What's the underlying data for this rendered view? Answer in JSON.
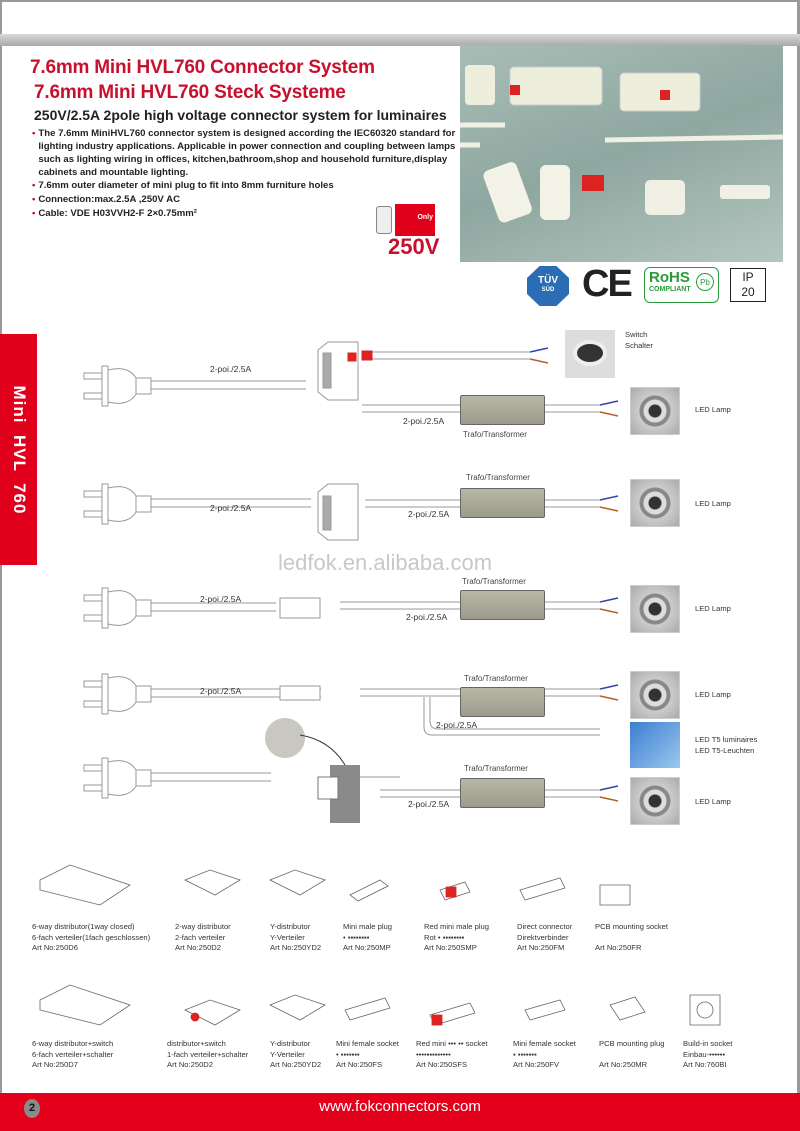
{
  "header": {
    "title_en": "7.6mm Mini  HVL760 Connector System",
    "title_de": "7.6mm Mini  HVL760 Steck Systeme",
    "subtitle": "250V/2.5A 2pole high voltage connector system for luminaires",
    "bullets": [
      "The 7.6mm  MiniHVL760 connector system is designed according the IEC60320 standard for lighting industry applications. Applicable in power connection and coupling between lamps such as lighting wiring in offices, kitchen,bathroom,shop and household furniture,display cabinets and mountable lighting.",
      "7.6mm outer diameter of mini plug to fit into 8mm furniture holes",
      "Connection:max.2.5A ,250V AC",
      "Cable: VDE  H03VVH2-F 2×0.75mm²"
    ],
    "only_badge": "Only",
    "voltage": "250V"
  },
  "certifications": {
    "tuv": "TÜV",
    "tuv_sub": "SÜD",
    "ce": "CE",
    "rohs": "RoHS",
    "rohs_sub": "COMPLIANT",
    "pb": "Pb",
    "ip": "IP",
    "ip_value": "20"
  },
  "sidebar": {
    "label": "Mini  HVL  760"
  },
  "diagram": {
    "cable": "2-poi./2.5A",
    "transformer": "Trafo/Transformer",
    "switch": [
      "Switch",
      "Schalter"
    ],
    "led_lamp": "LED Lamp",
    "t5": [
      "LED T5 luminaires",
      "LED T5-Leuchten"
    ]
  },
  "watermark": "ledfok.en.alibaba.com",
  "products_row1": [
    {
      "lines": [
        "6-way distributor(1way closed)",
        "6-fach verteiler(1fach geschlossen)",
        "Art No:250D6"
      ]
    },
    {
      "lines": [
        "2-way distributor",
        "2-fach verteiler",
        "Art No:250D2"
      ]
    },
    {
      "lines": [
        "Y-distributor",
        "Y-Verteiler",
        "Art No:250YD2"
      ]
    },
    {
      "lines": [
        "Mini male plug",
        "• ▪▪▪▪▪▪▪▪",
        "Art No:250MP"
      ]
    },
    {
      "lines": [
        "Red mini male plug",
        "Rot • ▪▪▪▪▪▪▪▪",
        "Art No:250SMP"
      ]
    },
    {
      "lines": [
        "Direct connector",
        "Direktverbinder",
        "Art No:250FM"
      ]
    },
    {
      "lines": [
        "PCB mounting socket",
        "",
        "Art No:250FR"
      ]
    }
  ],
  "products_row2": [
    {
      "lines": [
        "6-way distributor+switch",
        "6-fach verteiler+schalter",
        "Art No:250D7"
      ]
    },
    {
      "lines": [
        "distributor+switch",
        "1-fach verteiler+schalter",
        "Art No:250D2"
      ]
    },
    {
      "lines": [
        "Y-distributor",
        "Y-Verteiler",
        "Art No:250YD2"
      ]
    },
    {
      "lines": [
        "Mini female socket",
        "• ▪▪▪▪▪▪▪",
        "Art No:250FS"
      ]
    },
    {
      "lines": [
        "Red mini ••• •• socket",
        "••••▪▪▪▪▪••••",
        "Art No:250SFS"
      ]
    },
    {
      "lines": [
        "Mini female socket",
        "▪ ▪▪▪▪▪▪▪",
        "Art No:250FV"
      ]
    },
    {
      "lines": [
        "PCB mounting plug",
        "",
        "Art No:250MR"
      ]
    },
    {
      "lines": [
        "Build-in socket",
        "Einbau-••••••",
        "Art No:760BI"
      ]
    }
  ],
  "footer": {
    "page": "2",
    "url": "www.fokconnectors.com"
  },
  "colors": {
    "brand_red": "#e3001b",
    "title_red": "#c8102e"
  }
}
